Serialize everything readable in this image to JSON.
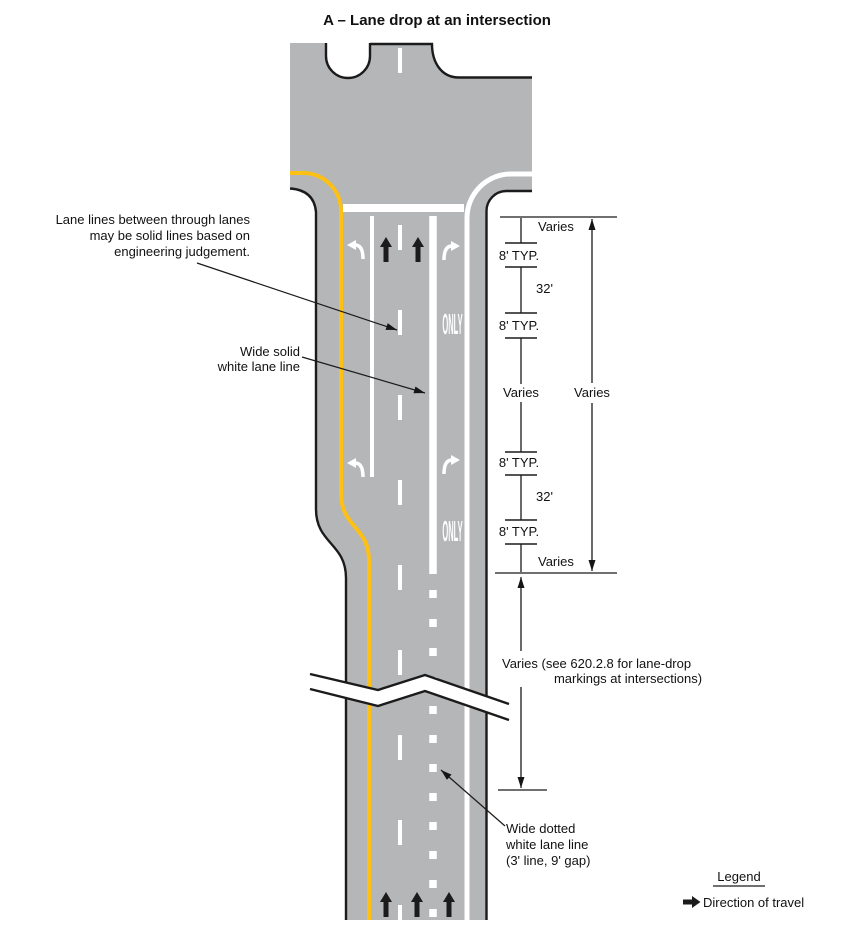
{
  "title": "A – Lane drop at an intersection",
  "callout_lane_lines": {
    "line1": "Lane lines between through lanes",
    "line2": "may be solid lines based on",
    "line3": "engineering judgement."
  },
  "callout_wide_solid": {
    "line1": "Wide solid",
    "line2": "white lane line"
  },
  "callout_wide_dotted": {
    "line1": "Wide dotted",
    "line2": "white lane line",
    "line3": "(3' line, 9' gap)"
  },
  "dims": {
    "varies": "Varies",
    "typ_8": "8' TYP.",
    "ft_32": "32'",
    "lane_drop_line1": "Varies (see 620.2.8 for lane-drop",
    "lane_drop_line2": "markings at intersections)"
  },
  "pavement": {
    "only": "ONLY"
  },
  "legend": {
    "title": "Legend",
    "direction_of_travel": "Direction of travel"
  },
  "colors": {
    "road_gray": "#b5b6b8",
    "edge_yellow": "#fdc013",
    "marking_white": "#ffffff",
    "line_black": "#1b1b1b"
  }
}
